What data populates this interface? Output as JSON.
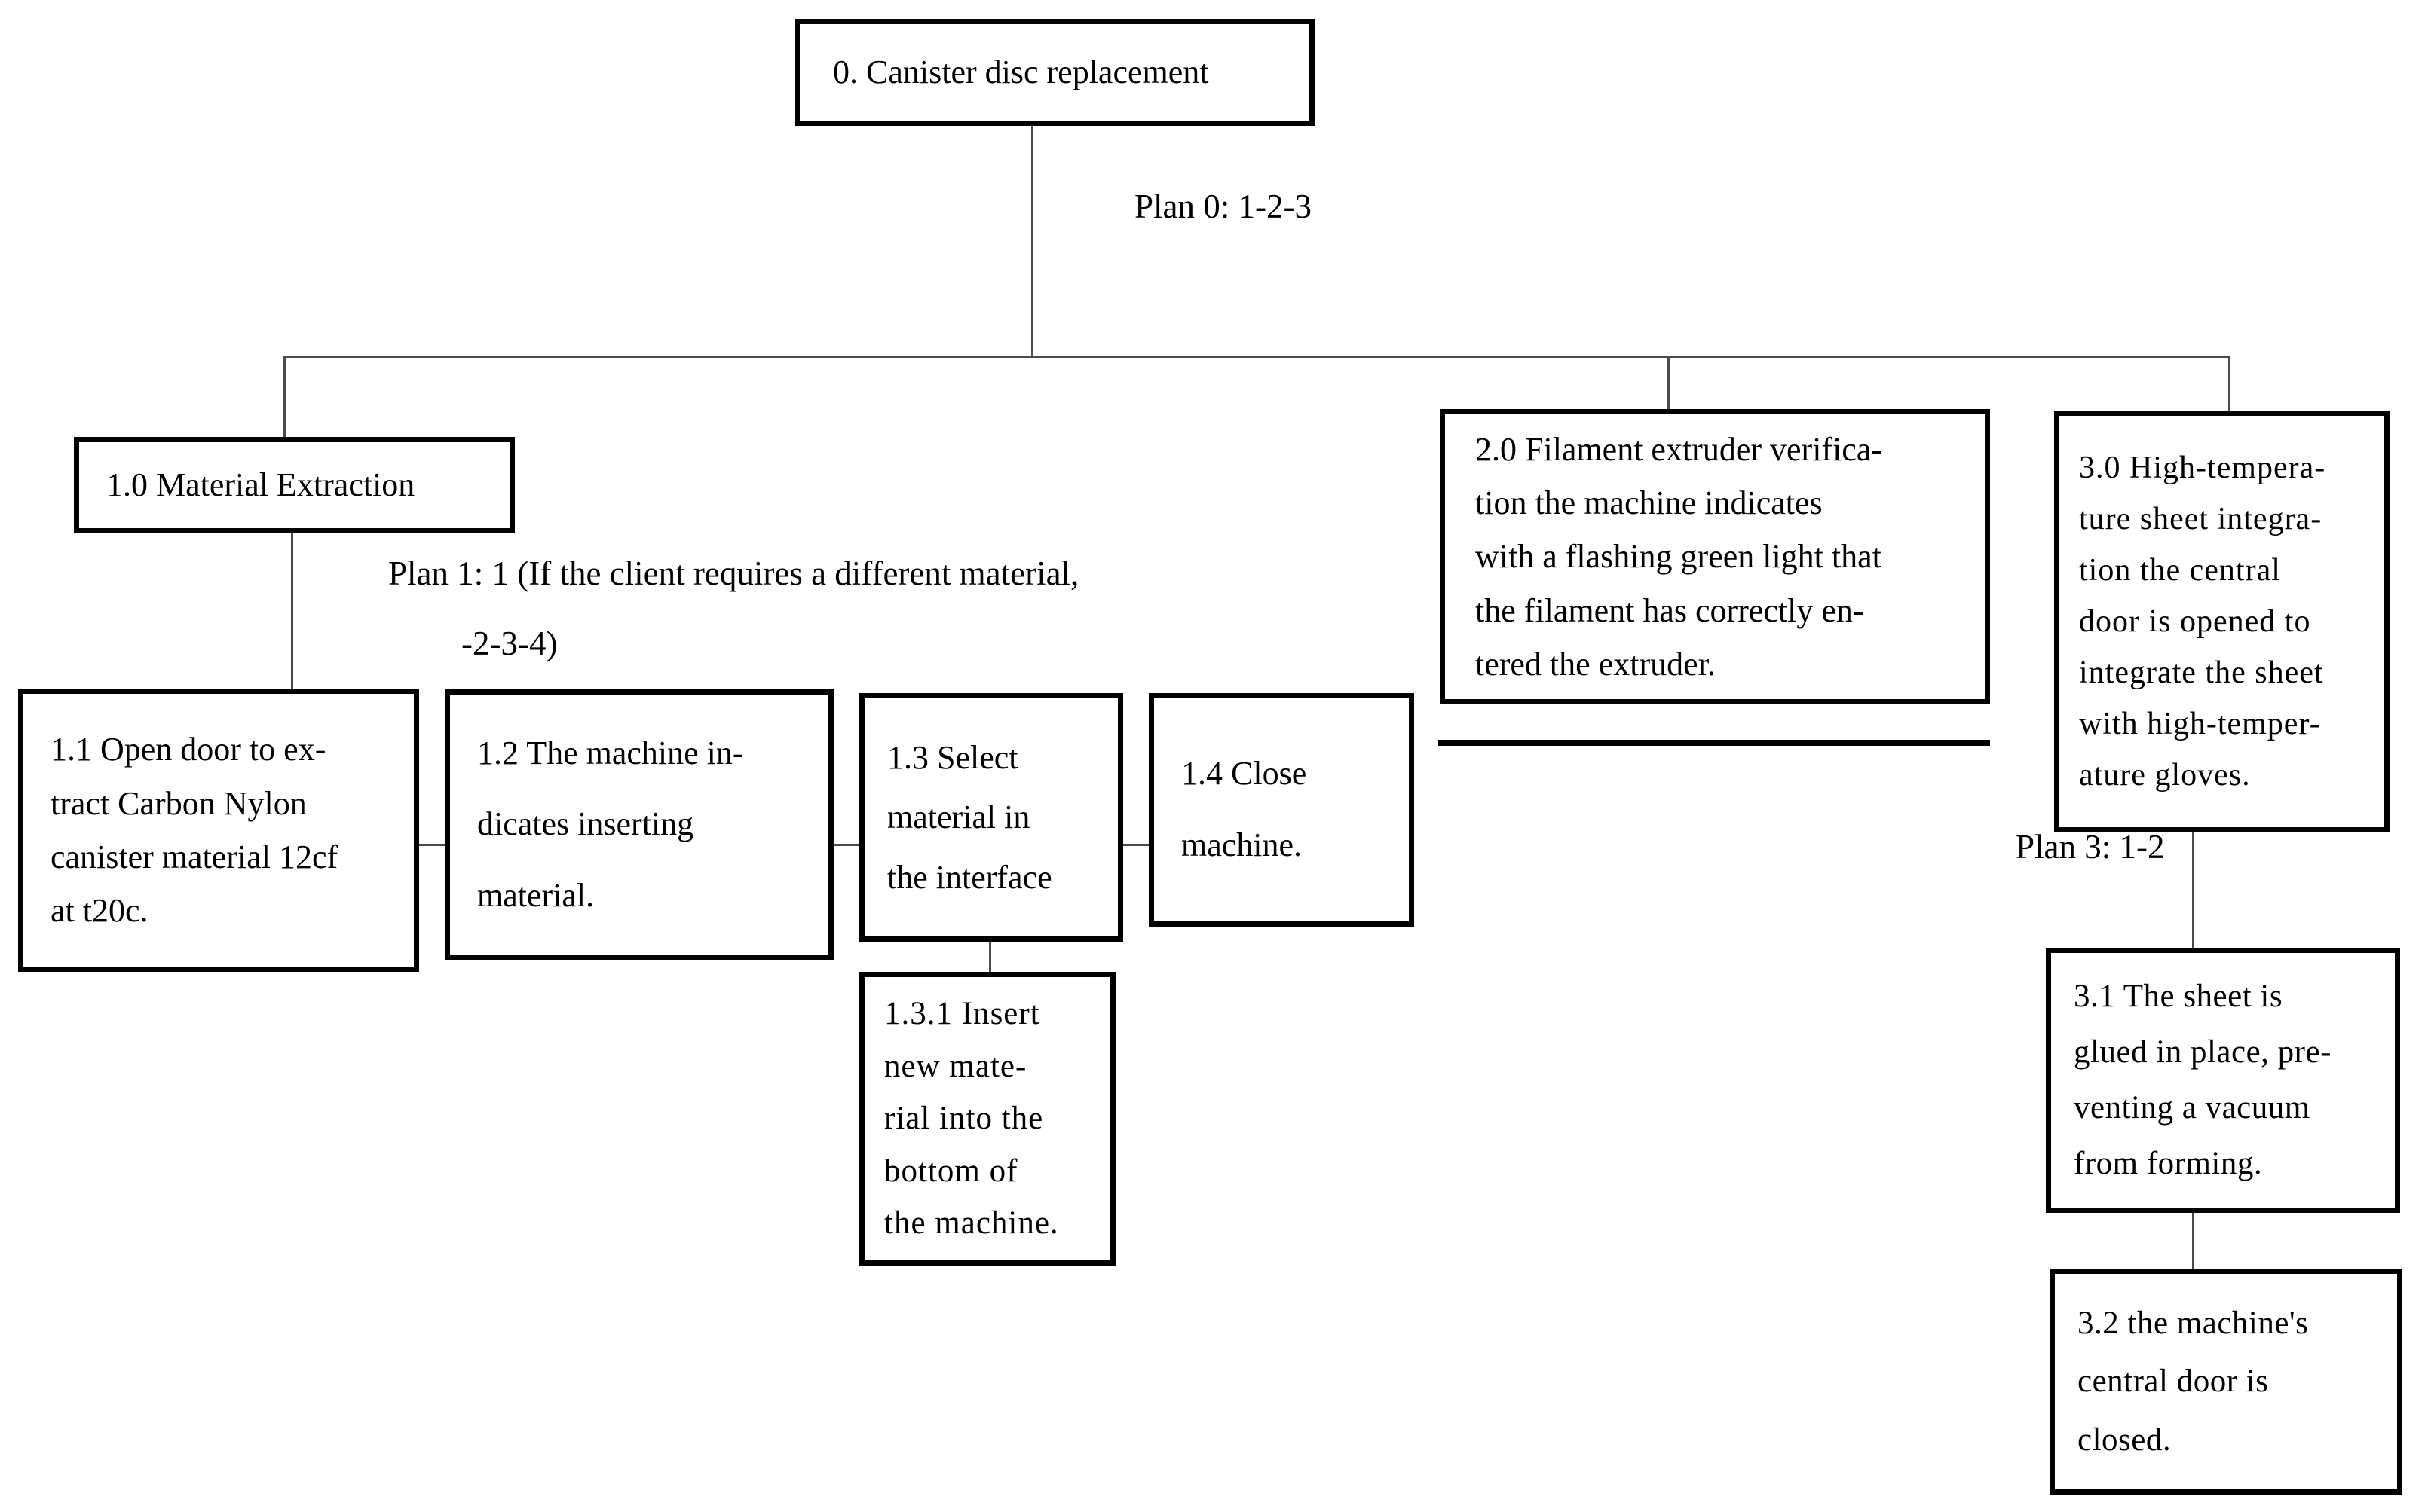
{
  "diagram": {
    "type": "hierarchical-task-analysis",
    "colors": {
      "background": "#ffffff",
      "box_border": "#000000",
      "text": "#000000",
      "connector_line": "#4a4a4a"
    },
    "plans": {
      "plan0": "Plan 0: 1-2-3",
      "plan1_line1": "Plan 1: 1 (If the client requires a different material,",
      "plan1_line2": "-2-3-4)",
      "plan3": "Plan 3: 1-2"
    },
    "nodes": {
      "n0": {
        "id": "0",
        "text": "0. Canister disc replacement"
      },
      "n1_0": {
        "id": "1.0",
        "text": "1.0 Material Extraction"
      },
      "n1_1": {
        "id": "1.1",
        "text": "1.1 Open door to ex-\ntract Carbon Nylon\ncanister material 12cf\nat t20c."
      },
      "n1_2": {
        "id": "1.2",
        "text": "1.2 The machine in-\ndicates inserting\nmaterial."
      },
      "n1_3": {
        "id": "1.3",
        "text": "1.3 Select\nmaterial in\nthe interface"
      },
      "n1_4": {
        "id": "1.4",
        "text": "1.4 Close\nmachine."
      },
      "n1_3_1": {
        "id": "1.3.1",
        "text": "1.3.1 Insert\nnew mate-\nrial into the\nbottom of\nthe machine."
      },
      "n2_0": {
        "id": "2.0",
        "text": "2.0 Filament extruder verifica-\ntion the machine indicates\nwith a flashing green light that\nthe filament has correctly en-\ntered the extruder."
      },
      "n3_0": {
        "id": "3.0",
        "text": "3.0 High-tempera-\nture sheet integra-\ntion the central\ndoor is opened to\nintegrate the sheet\nwith high-temper-\nature gloves."
      },
      "n3_1": {
        "id": "3.1",
        "text": "3.1 The sheet is\nglued in place, pre-\nventing a vacuum\nfrom forming."
      },
      "n3_2": {
        "id": "3.2",
        "text": "3.2 the machine's\ncentral door is\nclosed."
      }
    }
  }
}
